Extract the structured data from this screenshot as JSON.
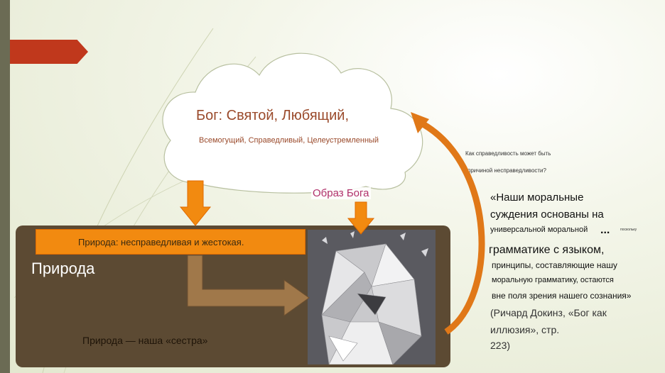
{
  "cloud": {
    "title": "Бог: Святой, Любящий,",
    "subtitle": "Всемогущий, Справедливый, Целеустремленный"
  },
  "image_label": "Образ Бога",
  "question": {
    "line1": "Как справедливость может быть",
    "line2": "причиной несправедливости?"
  },
  "nature": {
    "bar_text": "Природа: несправедливая и жестокая.",
    "title": "Природа",
    "sister": "Природа — наша «сестра»"
  },
  "quote": {
    "line1": "«Наши моральные",
    "line2": "суждения основаны на",
    "line3": "универсальной моральной",
    "ellipsis": "...",
    "small_note": "поскольку",
    "line4": "грамматике с языком,",
    "line5": "принципы, составляющие нашу",
    "line6": "моральную грамматику, остаются",
    "line7": "вне поля зрения нашего сознания»",
    "line8": "(Ричард Докинз, «Бог как",
    "line9": "иллюзия», стр.",
    "line10": "223)"
  },
  "colors": {
    "accent_orange": "#f28a10",
    "arrow_brown": "#a0784a",
    "panel_brown": "#5c4a33",
    "red_tab": "#c0381c"
  }
}
